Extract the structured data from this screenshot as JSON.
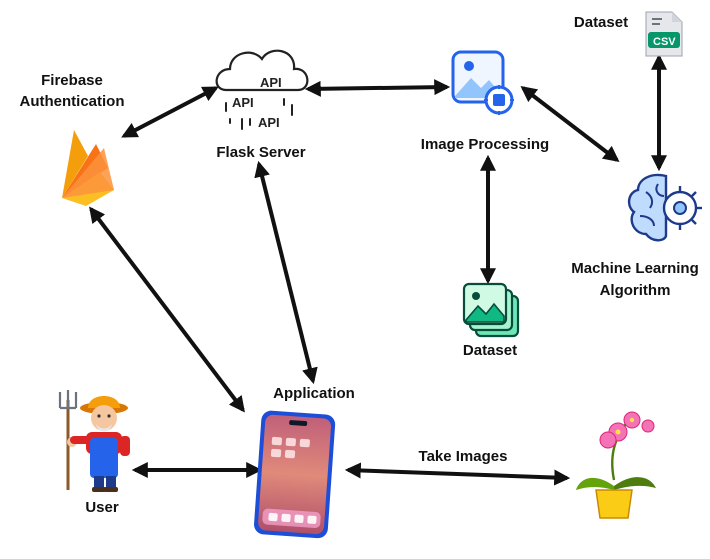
{
  "labels": {
    "firebase_line1": "Firebase",
    "firebase_line2": "Authentication",
    "flask_server": "Flask Server",
    "image_processing": "Image Processing",
    "dataset_top": "Dataset",
    "ml_line1": "Machine Learning",
    "ml_line2": "Algorithm",
    "dataset_mid": "Dataset",
    "application": "Application",
    "take_images": "Take Images",
    "user": "User"
  },
  "icon_text": {
    "csv": "CSV",
    "api": "API"
  },
  "icons": [
    "firebase-icon",
    "cloud-api-icon",
    "image-processing-icon",
    "csv-file-icon",
    "brain-gear-icon",
    "image-stack-icon",
    "smartphone-icon",
    "farmer-icon",
    "orchid-plant-icon"
  ],
  "colors": {
    "arrow": "#111111",
    "firebase_orange": "#f59e0b",
    "firebase_yellow": "#fbbf24",
    "accent_blue": "#2563eb",
    "teal": "#10b981",
    "phone_blue": "#1d4ed8",
    "orchid_pink": "#f472b6",
    "pot_yellow": "#facc15"
  }
}
